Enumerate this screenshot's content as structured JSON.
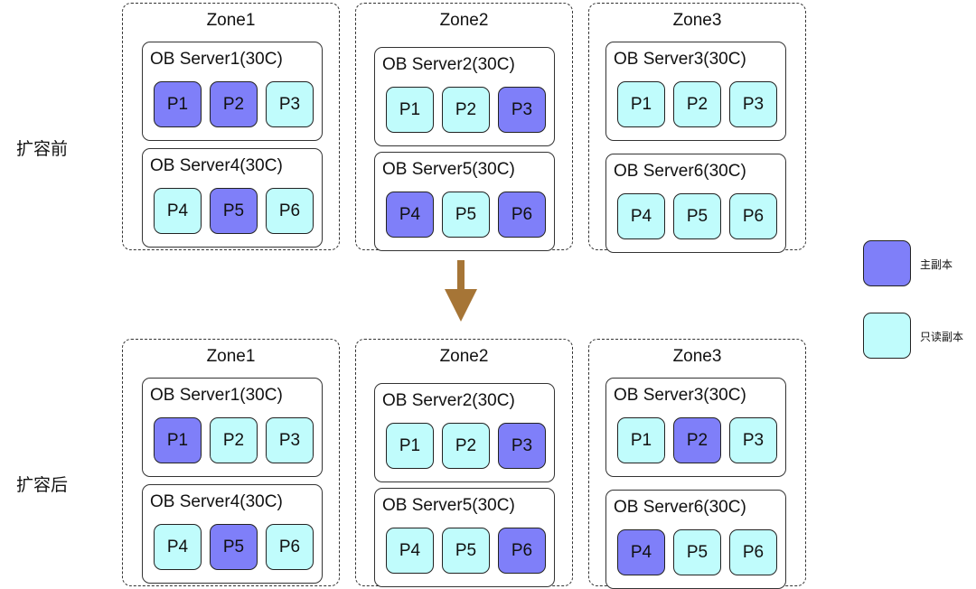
{
  "colors": {
    "leader": "#7f7ff9",
    "follower": "#c0fcfc",
    "arrow": "#a67536"
  },
  "phases": [
    {
      "label": "扩容前",
      "zones": [
        {
          "title": "Zone1",
          "servers": [
            {
              "title": "OB Server1(30C)",
              "partitions": [
                {
                  "name": "P1",
                  "role": "leader"
                },
                {
                  "name": "P2",
                  "role": "leader"
                },
                {
                  "name": "P3",
                  "role": "follower"
                }
              ]
            },
            {
              "title": "OB Server4(30C)",
              "partitions": [
                {
                  "name": "P4",
                  "role": "follower"
                },
                {
                  "name": "P5",
                  "role": "leader"
                },
                {
                  "name": "P6",
                  "role": "follower"
                }
              ]
            }
          ]
        },
        {
          "title": "Zone2",
          "servers": [
            {
              "title": "OB Server2(30C)",
              "partitions": [
                {
                  "name": "P1",
                  "role": "follower"
                },
                {
                  "name": "P2",
                  "role": "follower"
                },
                {
                  "name": "P3",
                  "role": "leader"
                }
              ]
            },
            {
              "title": "OB Server5(30C)",
              "partitions": [
                {
                  "name": "P4",
                  "role": "leader"
                },
                {
                  "name": "P5",
                  "role": "follower"
                },
                {
                  "name": "P6",
                  "role": "leader"
                }
              ]
            }
          ]
        },
        {
          "title": "Zone3",
          "servers": [
            {
              "title": "OB Server3(30C)",
              "partitions": [
                {
                  "name": "P1",
                  "role": "follower"
                },
                {
                  "name": "P2",
                  "role": "follower"
                },
                {
                  "name": "P3",
                  "role": "follower"
                }
              ]
            },
            {
              "title": "OB Server6(30C)",
              "partitions": [
                {
                  "name": "P4",
                  "role": "follower"
                },
                {
                  "name": "P5",
                  "role": "follower"
                },
                {
                  "name": "P6",
                  "role": "follower"
                }
              ]
            }
          ]
        }
      ]
    },
    {
      "label": "扩容后",
      "zones": [
        {
          "title": "Zone1",
          "servers": [
            {
              "title": "OB Server1(30C)",
              "partitions": [
                {
                  "name": "P1",
                  "role": "leader"
                },
                {
                  "name": "P2",
                  "role": "follower"
                },
                {
                  "name": "P3",
                  "role": "follower"
                }
              ]
            },
            {
              "title": "OB Server4(30C)",
              "partitions": [
                {
                  "name": "P4",
                  "role": "follower"
                },
                {
                  "name": "P5",
                  "role": "leader"
                },
                {
                  "name": "P6",
                  "role": "follower"
                }
              ]
            }
          ]
        },
        {
          "title": "Zone2",
          "servers": [
            {
              "title": "OB Server2(30C)",
              "partitions": [
                {
                  "name": "P1",
                  "role": "follower"
                },
                {
                  "name": "P2",
                  "role": "follower"
                },
                {
                  "name": "P3",
                  "role": "leader"
                }
              ]
            },
            {
              "title": "OB Server5(30C)",
              "partitions": [
                {
                  "name": "P4",
                  "role": "follower"
                },
                {
                  "name": "P5",
                  "role": "follower"
                },
                {
                  "name": "P6",
                  "role": "leader"
                }
              ]
            }
          ]
        },
        {
          "title": "Zone3",
          "servers": [
            {
              "title": "OB Server3(30C)",
              "partitions": [
                {
                  "name": "P1",
                  "role": "follower"
                },
                {
                  "name": "P2",
                  "role": "leader"
                },
                {
                  "name": "P3",
                  "role": "follower"
                }
              ]
            },
            {
              "title": "OB Server6(30C)",
              "partitions": [
                {
                  "name": "P4",
                  "role": "leader"
                },
                {
                  "name": "P5",
                  "role": "follower"
                },
                {
                  "name": "P6",
                  "role": "follower"
                }
              ]
            }
          ]
        }
      ]
    }
  ],
  "legend": [
    {
      "role": "leader",
      "label": "主副本"
    },
    {
      "role": "follower",
      "label": "只读副本"
    }
  ]
}
